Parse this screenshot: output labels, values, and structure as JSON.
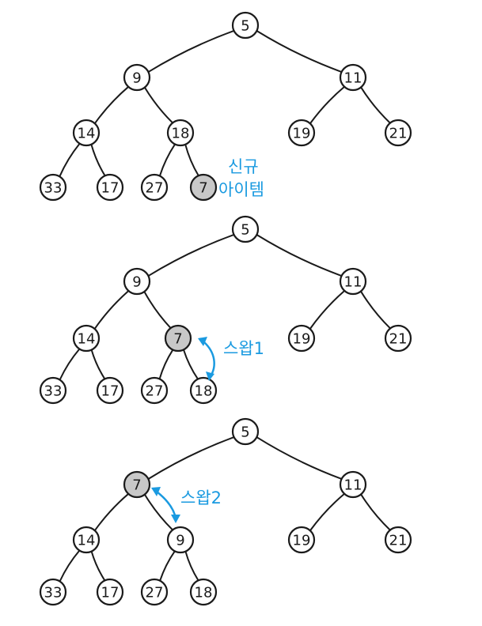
{
  "colors": {
    "line": "#1a1a1a",
    "node_fill": "#ffffff",
    "highlight_fill": "#c8c8c8",
    "annotation": "#1a9ae0"
  },
  "trees": [
    {
      "nodes": [
        {
          "id": "n1",
          "label": "5"
        },
        {
          "id": "n2",
          "label": "9"
        },
        {
          "id": "n3",
          "label": "11"
        },
        {
          "id": "n4",
          "label": "14"
        },
        {
          "id": "n5",
          "label": "18"
        },
        {
          "id": "n6",
          "label": "19"
        },
        {
          "id": "n7",
          "label": "21"
        },
        {
          "id": "n8",
          "label": "33"
        },
        {
          "id": "n9",
          "label": "17"
        },
        {
          "id": "n10",
          "label": "27"
        },
        {
          "id": "n11",
          "label": "7",
          "highlight": true
        }
      ],
      "note_lines": [
        "신규",
        "아이템"
      ]
    },
    {
      "nodes": [
        {
          "id": "n1",
          "label": "5"
        },
        {
          "id": "n2",
          "label": "9"
        },
        {
          "id": "n3",
          "label": "11"
        },
        {
          "id": "n4",
          "label": "14"
        },
        {
          "id": "n5",
          "label": "7",
          "highlight": true
        },
        {
          "id": "n6",
          "label": "19"
        },
        {
          "id": "n7",
          "label": "21"
        },
        {
          "id": "n8",
          "label": "33"
        },
        {
          "id": "n9",
          "label": "17"
        },
        {
          "id": "n10",
          "label": "27"
        },
        {
          "id": "n11",
          "label": "18"
        }
      ],
      "swap_label": "스왑1"
    },
    {
      "nodes": [
        {
          "id": "n1",
          "label": "5"
        },
        {
          "id": "n2",
          "label": "7",
          "highlight": true
        },
        {
          "id": "n3",
          "label": "11"
        },
        {
          "id": "n4",
          "label": "14"
        },
        {
          "id": "n5",
          "label": "9"
        },
        {
          "id": "n6",
          "label": "19"
        },
        {
          "id": "n7",
          "label": "21"
        },
        {
          "id": "n8",
          "label": "33"
        },
        {
          "id": "n9",
          "label": "17"
        },
        {
          "id": "n10",
          "label": "27"
        },
        {
          "id": "n11",
          "label": "18"
        }
      ],
      "swap_label": "스왑2"
    }
  ]
}
